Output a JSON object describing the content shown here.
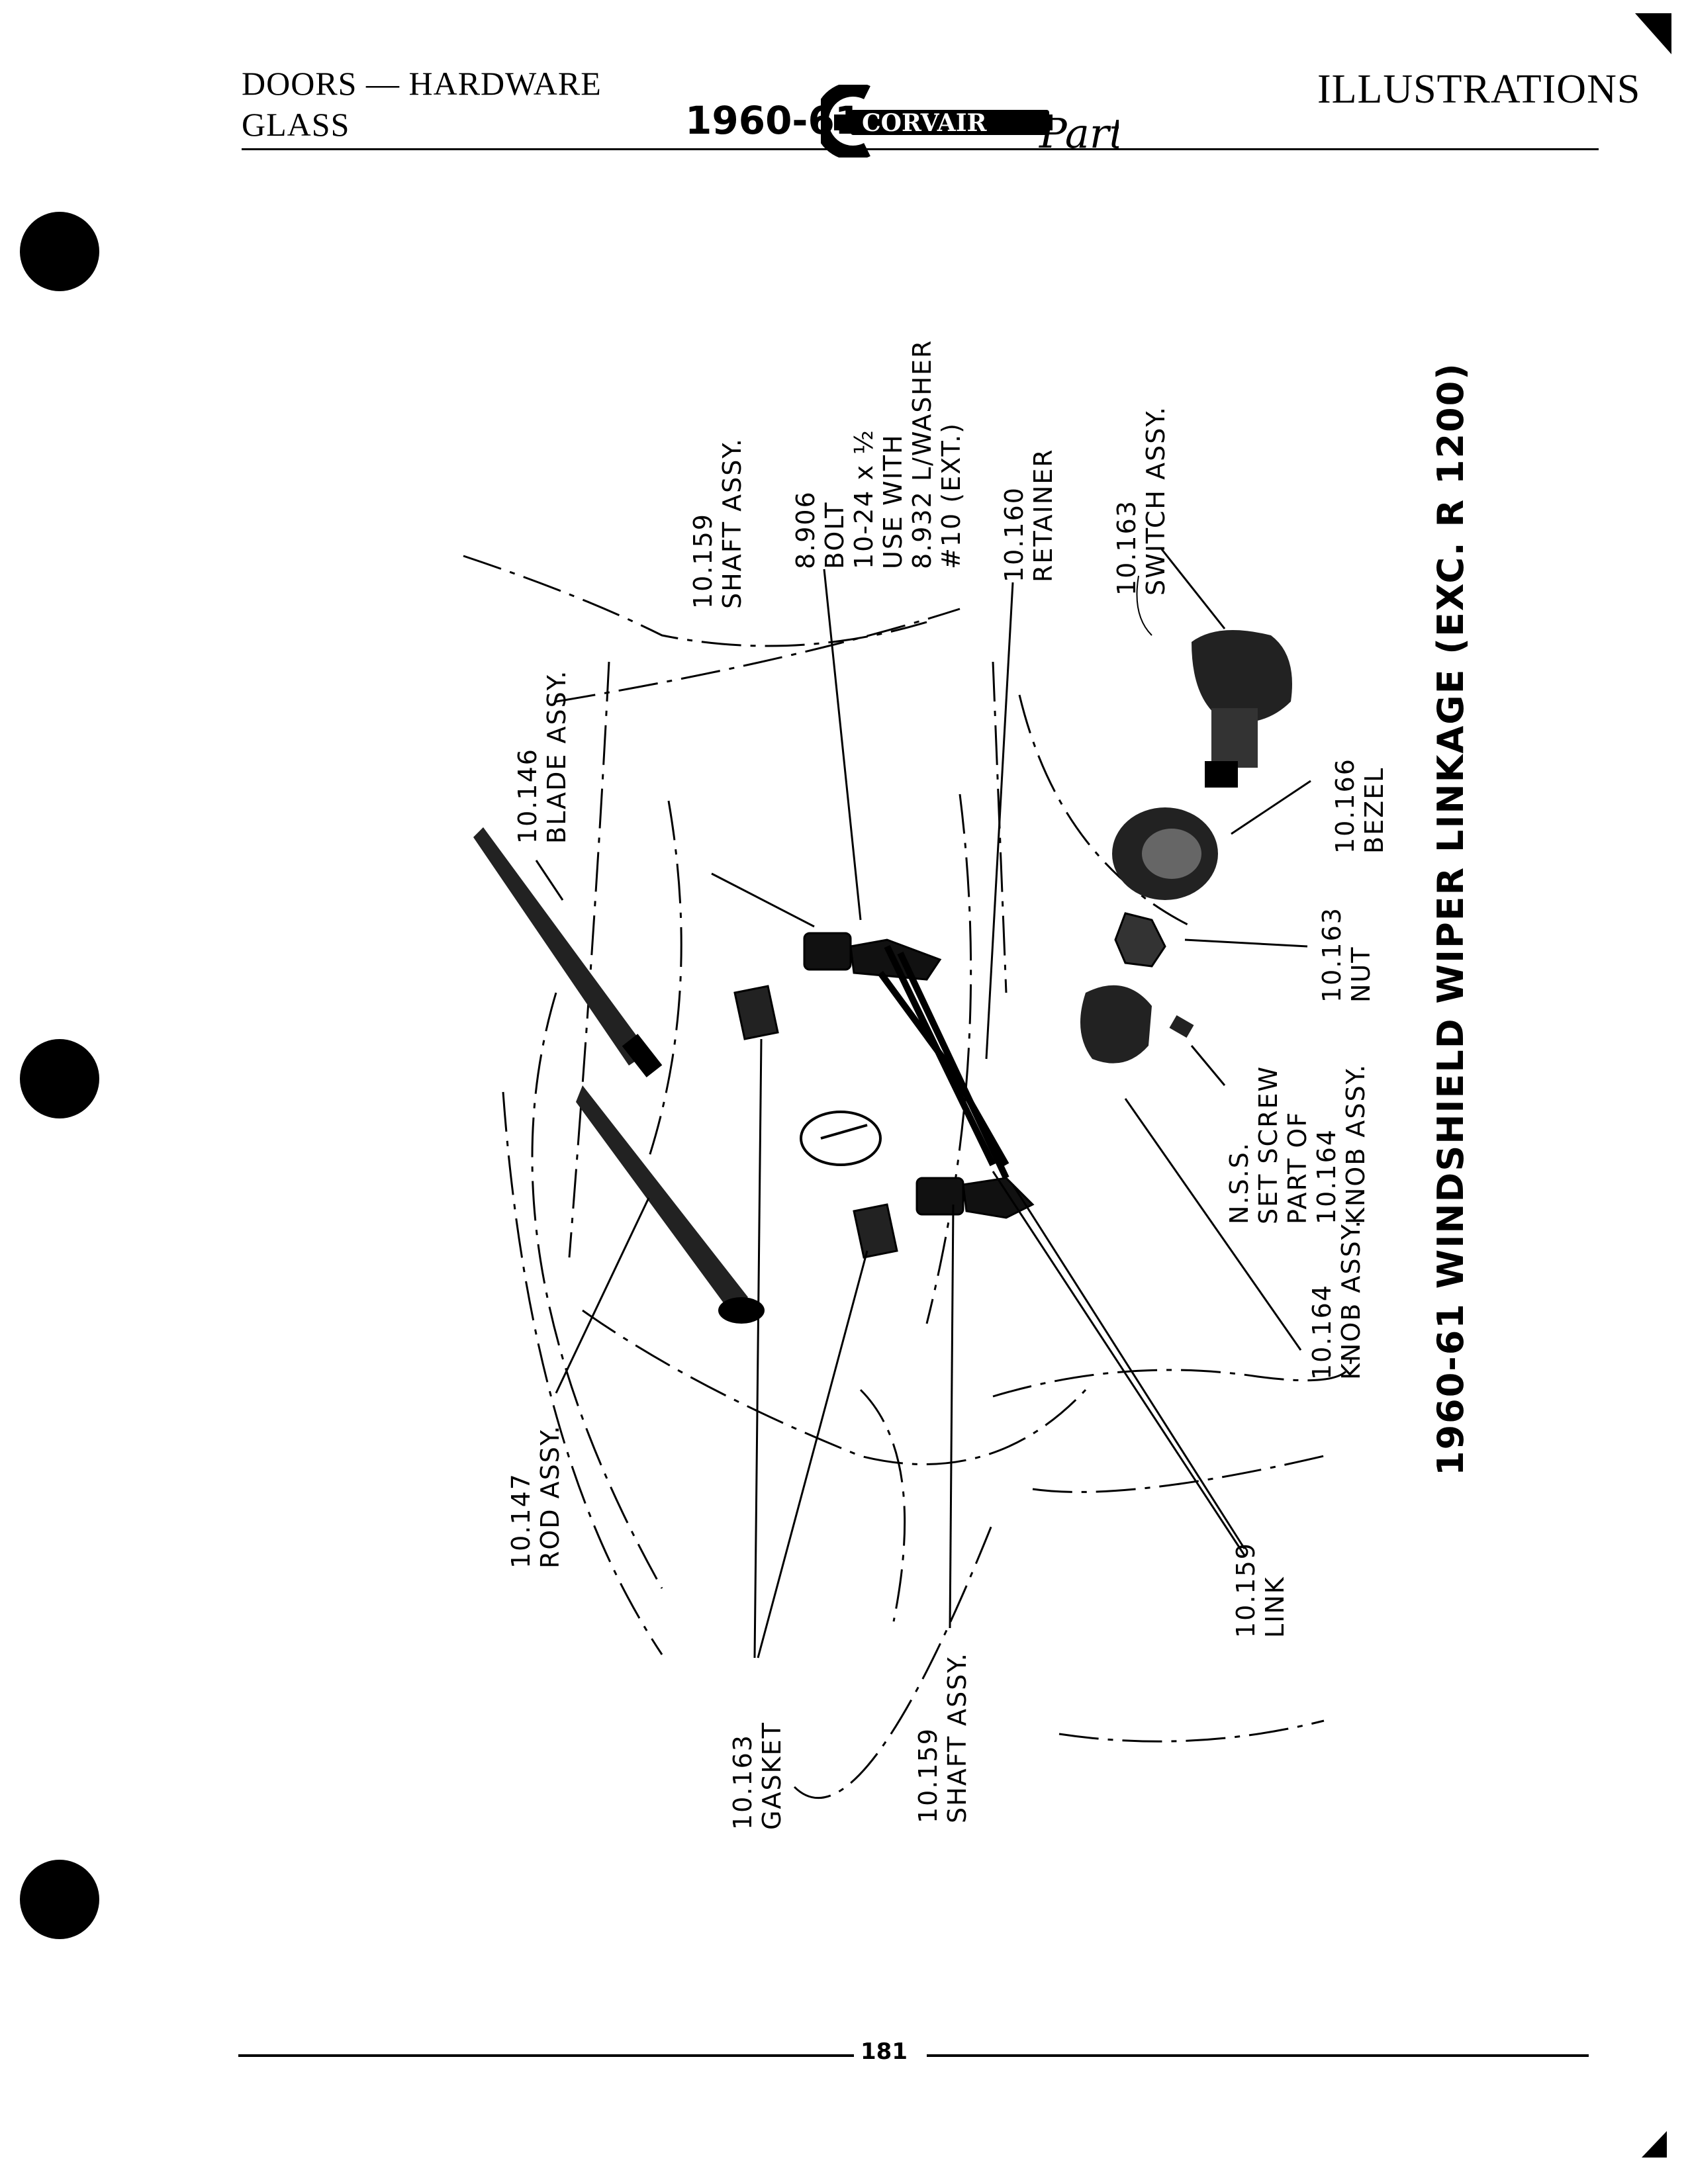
{
  "header": {
    "left_line1": "DOORS — HARDWARE",
    "left_line2": "GLASS",
    "year": "1960-61",
    "logo_text": "CORVAIR",
    "logo_script": "Parts",
    "right": "ILLUSTRATIONS"
  },
  "title": "1960-61 WINDSHIELD WIPER LINKAGE (EXC. R 1200)",
  "callouts": [
    {
      "id": "blade",
      "text": "10.146\nBLADE ASSY."
    },
    {
      "id": "shaft_top",
      "text": "10.159\nSHAFT ASSY."
    },
    {
      "id": "bolt",
      "text": "8.906\nBOLT\n10-24 x ½\nUSE WITH\n8.932 L/WASHER\n#10 (EXT.)"
    },
    {
      "id": "retainer",
      "text": "10.160\nRETAINER"
    },
    {
      "id": "switch",
      "text": "10.163\nSWITCH ASSY."
    },
    {
      "id": "bezel",
      "text": "10.166\nBEZEL"
    },
    {
      "id": "nut",
      "text": "10.163\nNUT"
    },
    {
      "id": "setscrew",
      "text": "N.S.S.\nSET SCREW\nPART OF\n10.164\nKNOB ASSY."
    },
    {
      "id": "knob",
      "text": "10.164\nKNOB ASSY."
    },
    {
      "id": "link",
      "text": "10.159\nLINK"
    },
    {
      "id": "rod",
      "text": "10.147\nROD ASSY."
    },
    {
      "id": "gasket",
      "text": "10.163\nGASKET"
    },
    {
      "id": "shaft_bottom",
      "text": "10.159\nSHAFT ASSY."
    }
  ],
  "page_number": "181"
}
